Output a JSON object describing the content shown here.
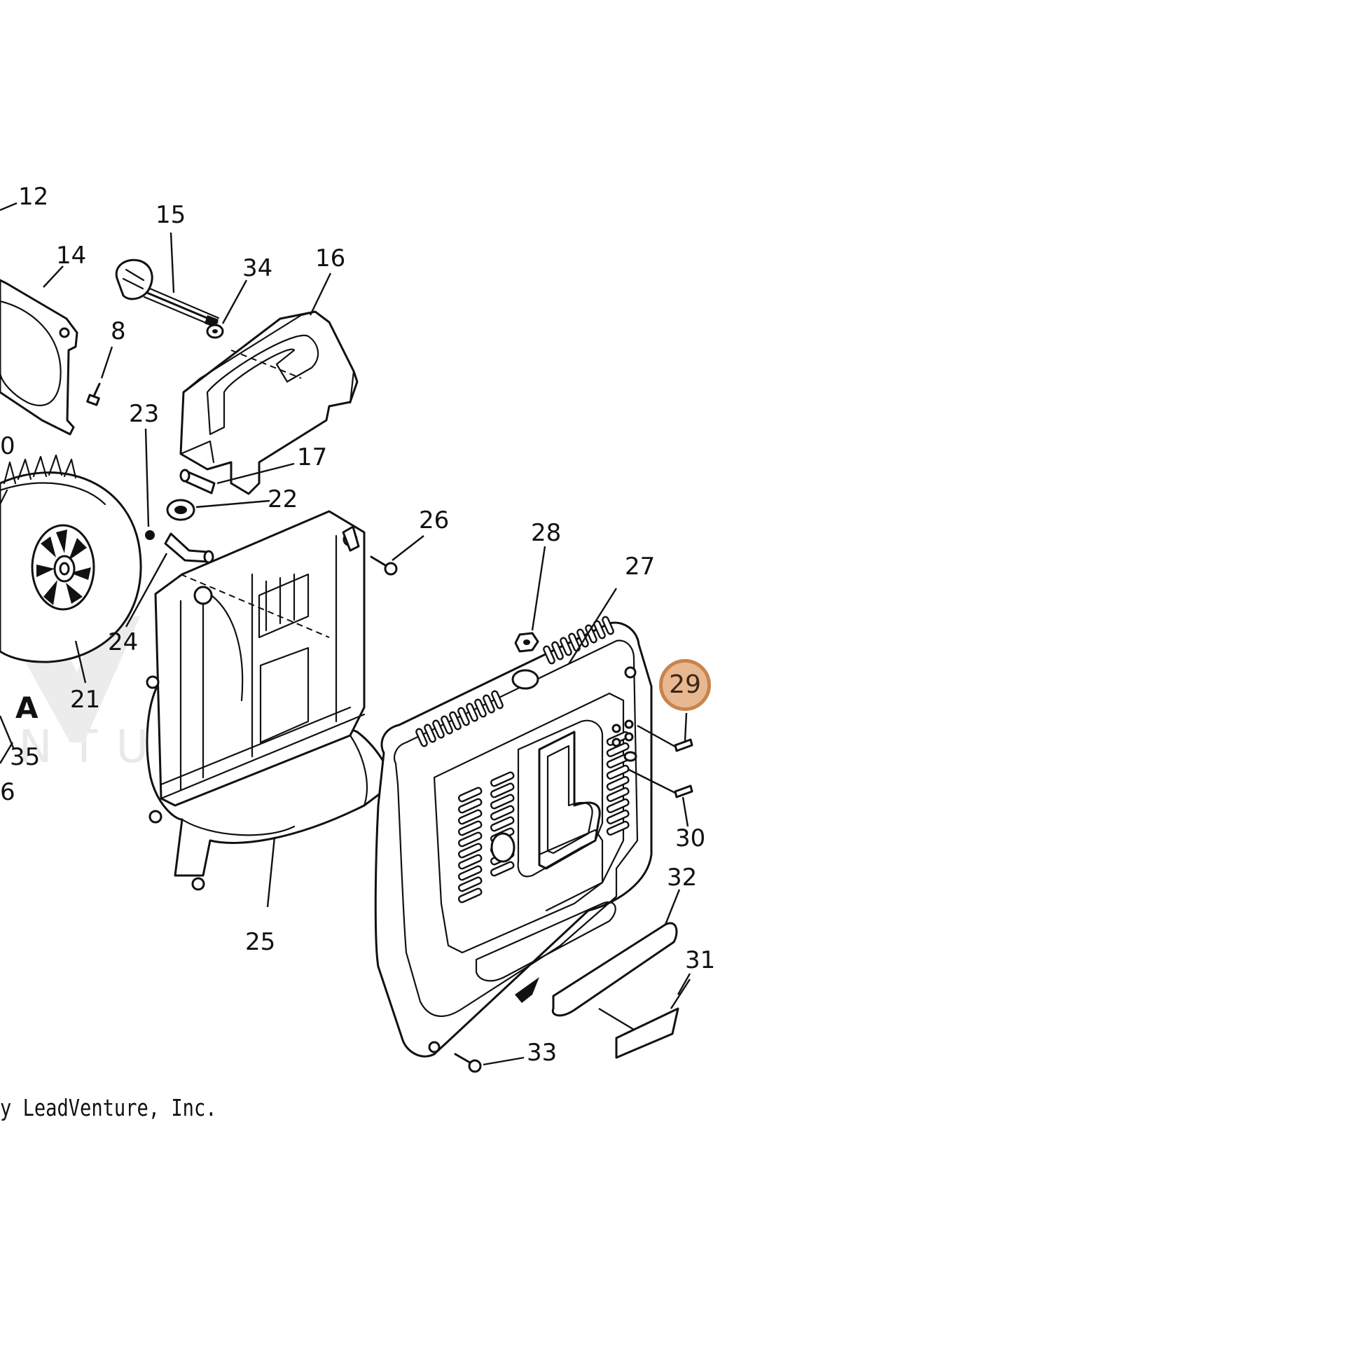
{
  "watermark": {
    "text": "ENTURE"
  },
  "copyright": {
    "text": "y LeadVenture, Inc."
  },
  "highlighted_callout": {
    "label": "29",
    "fill_color": "#e8b890",
    "border_color": "#c8844c"
  },
  "callouts": {
    "c12": "12",
    "c15": "15",
    "c14": "14",
    "c34": "34",
    "c16": "16",
    "c8": "8",
    "c23": "23",
    "c17": "17",
    "c22": "22",
    "c20": "0",
    "c26": "26",
    "c28": "28",
    "c27": "27",
    "c24": "24",
    "c21": "21",
    "cA": "A",
    "c35": "35",
    "c36": "6",
    "c30": "30",
    "c32": "32",
    "c25": "25",
    "c31": "31",
    "c33": "33"
  }
}
